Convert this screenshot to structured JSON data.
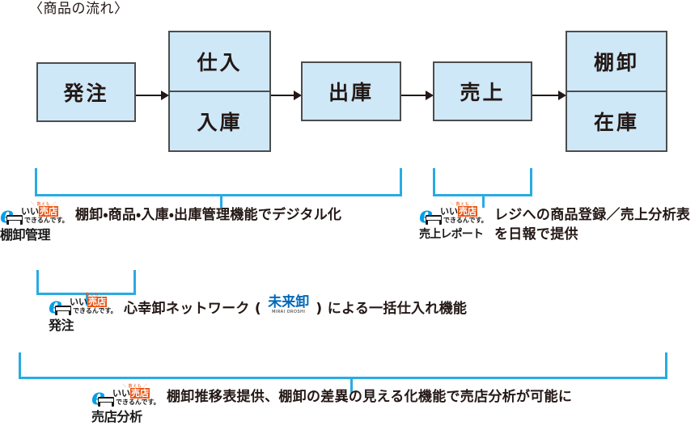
{
  "title": "〈商品の流れ〉",
  "colors": {
    "box_fill": "#cfe8f7",
    "box_border": "#4d4d4d",
    "bracket": "#29abe2",
    "logo_cyan": "#00a0e9",
    "logo_orange": "#ea5514",
    "mirai_blue": "#0068b7",
    "text": "#231815"
  },
  "flow": {
    "boxes": [
      {
        "id": "hatchu",
        "cells": [
          "発注"
        ]
      },
      {
        "id": "shiire",
        "cells": [
          "仕入",
          "入庫"
        ]
      },
      {
        "id": "shukko",
        "cells": [
          "出庫"
        ]
      },
      {
        "id": "uriage",
        "cells": [
          "売上"
        ]
      },
      {
        "id": "tanaoroshi",
        "cells": [
          "棚卸",
          "在庫"
        ]
      }
    ],
    "arrows": 4
  },
  "logo": {
    "e": "e",
    "tag_top": "＼ 数えも ／",
    "ii_baiten_pre": "いい",
    "ii_baiten_hl": "売店",
    "dekirundesu": "できるんです。"
  },
  "features": [
    {
      "id": "tanaoroshi-kanri",
      "logo_name": "棚卸管理",
      "description": "棚卸・商品・入庫・出庫管理機能でデジタル化"
    },
    {
      "id": "uriage-report",
      "logo_name": "売上レポート",
      "description": "レジへの商品登録／売上分析表を日報で提供"
    },
    {
      "id": "hatchu",
      "logo_name": "発注",
      "description_before": "心幸卸ネットワーク ( ",
      "mirai_main": "未来卸",
      "mirai_sub": "MIRAI OROSHI",
      "description_after": " ) による一括仕入れ機能"
    },
    {
      "id": "baiten-bunseki",
      "logo_name": "売店分析",
      "description": "棚卸推移表提供、棚卸の差異の見える化機能で売店分析が可能に"
    }
  ]
}
